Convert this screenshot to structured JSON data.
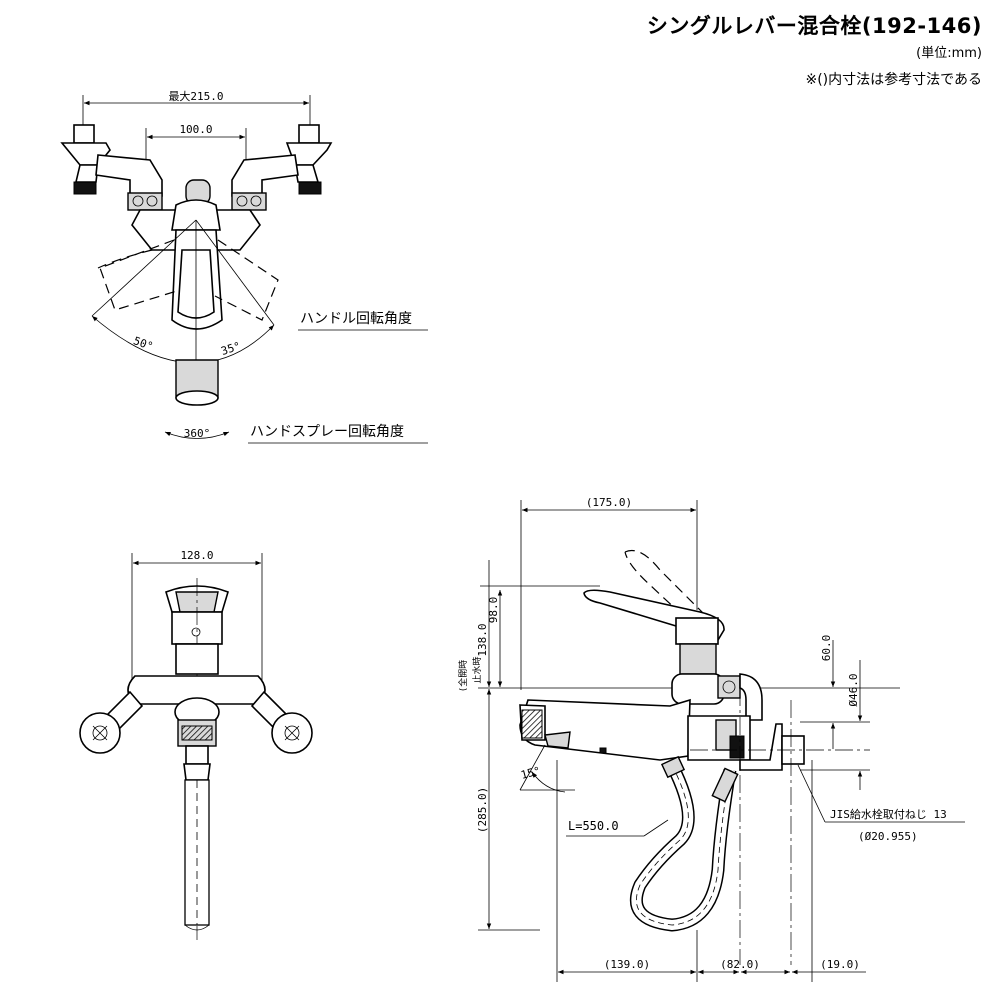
{
  "header": {
    "title": "シングルレバー混合栓(192-146)",
    "unit": "(単位:mm)",
    "note": "※()内寸法は参考寸法である"
  },
  "top_view": {
    "dim_max_width": "最大215.0",
    "dim_pitch": "100.0",
    "angle_left": "50°",
    "angle_right": "35°",
    "handle_label": "ハンドル回転角度",
    "spray_angle": "360°",
    "spray_label": "ハンドスプレー回転角度"
  },
  "front_view": {
    "dim_width": "128.0"
  },
  "side_view": {
    "dim_depth": "(175.0)",
    "dim_full_open_prefix": "(全開時",
    "dim_full_open": "138.0",
    "dim_stop_prefix": "止水時",
    "dim_stop": "98.0",
    "dim_height": "(285.0)",
    "dim_60": "60.0",
    "dim_46": "Ø46.0",
    "angle_15": "15°",
    "hose_length": "L=550.0",
    "jis_label": "JIS給水栓取付ねじ 13",
    "jis_dia": "(Ø20.955)",
    "dim_139": "(139.0)",
    "dim_82": "(82.0)",
    "dim_19": "(19.0)"
  }
}
